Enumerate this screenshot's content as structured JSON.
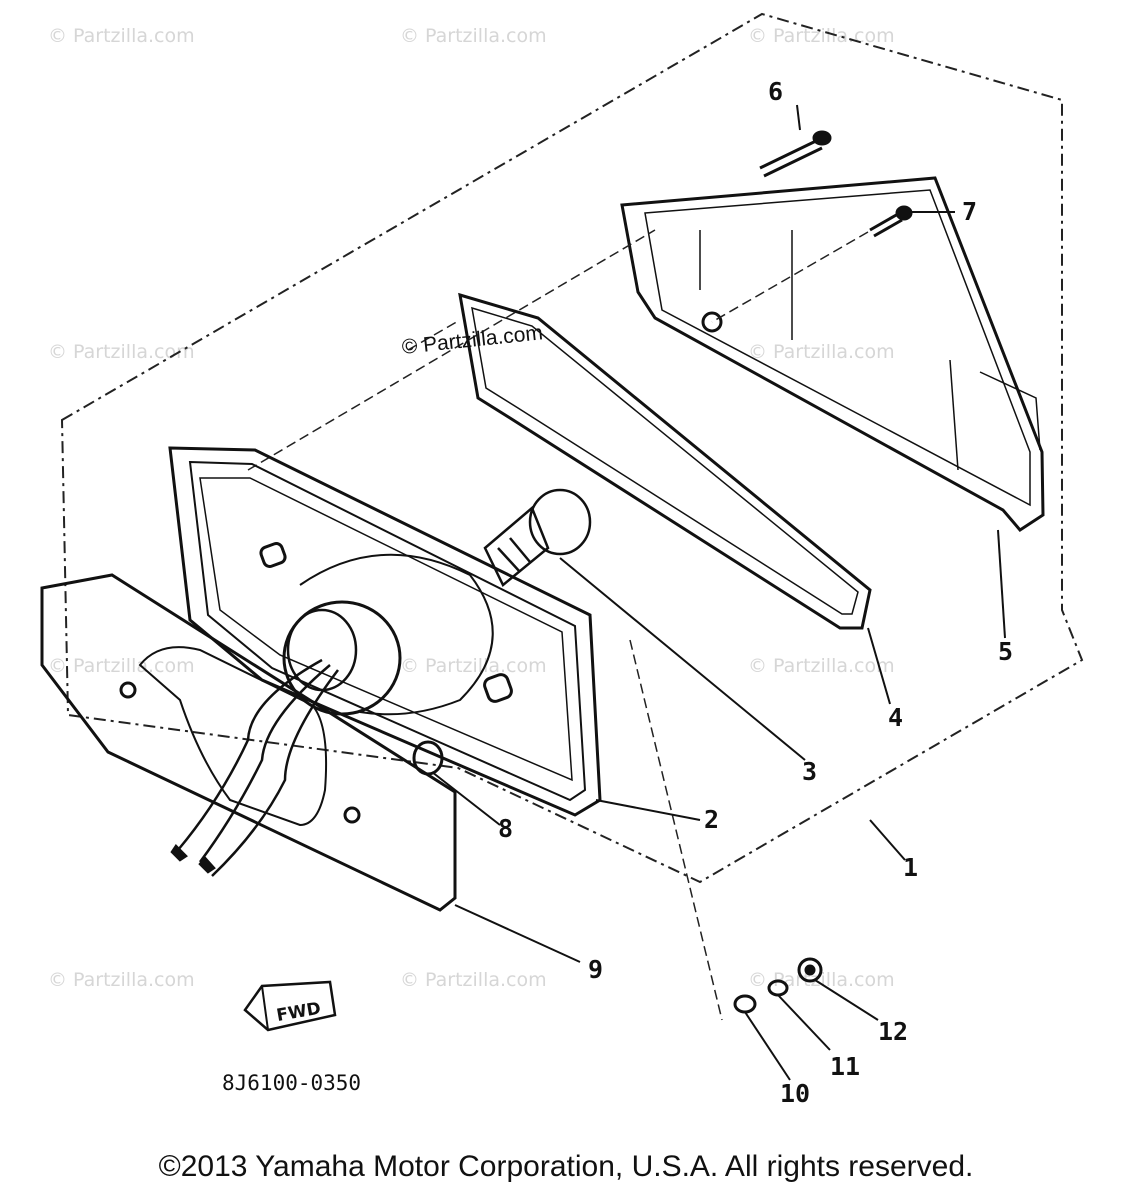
{
  "watermark_text": "© Partzilla.com",
  "inline_watermark_text": "© Partzilla.com",
  "callouts": {
    "c1": "1",
    "c2": "2",
    "c3": "3",
    "c4": "4",
    "c5": "5",
    "c6": "6",
    "c7": "7",
    "c8": "8",
    "c9": "9",
    "c10": "10",
    "c11": "11",
    "c12": "12"
  },
  "fwd_label": "FWD",
  "diagram_code": "8J6100-0350",
  "copyright": "©2013 Yamaha Motor Corporation, U.S.A. All rights reserved."
}
